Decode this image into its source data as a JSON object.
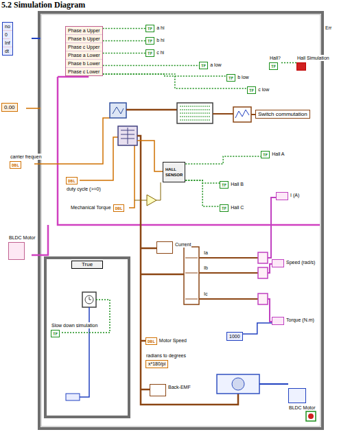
{
  "diagram": {
    "title": "5.2 Simulation Diagram",
    "nodes": [
      {
        "text": [
          "no",
          "0",
          "Inf",
          "dt"
        ]
      },
      {
        "text": [
          "Phase a Upper",
          "Phase b Upper",
          "Phase c Upper",
          "Phase a Lower",
          "Phase b Lower",
          "Phase c Lower"
        ]
      },
      {
        "text": [
          "TF",
          "a hi"
        ]
      },
      {
        "text": [
          "TF",
          "b low"
        ]
      },
      {
        "text": [
          "TF",
          "b hi"
        ]
      },
      {
        "text": [
          "TF",
          "c hi"
        ]
      },
      {
        "text": [
          "TF",
          "a low"
        ]
      },
      {
        "text": [
          "TF",
          "Hall?"
        ]
      },
      {
        "text": [
          "Hall Simulation"
        ]
      },
      {
        "text": [
          "TF",
          "c low"
        ]
      },
      {
        "text": [
          "0.00"
        ]
      },
      {
        "text": [
          "Switch commutation"
        ]
      },
      {
        "text": [
          "DBL",
          "carrier frequen"
        ]
      },
      {
        "text": [
          "HALL",
          "SENSOR"
        ]
      },
      {
        "text": [
          "TF",
          "Hall A"
        ]
      },
      {
        "text": [
          "DBL",
          "duty cycle (>=0)"
        ]
      },
      {
        "text": [
          "TF",
          "Hall B"
        ]
      },
      {
        "text": [
          "DBL",
          "Mechanical Torque"
        ]
      },
      {
        "text": [
          "TF",
          "Hall C"
        ]
      },
      {
        "text": [
          "BLDC Motor"
        ]
      },
      {
        "text": [
          "I (A)"
        ]
      },
      {
        "text": [
          "Current"
        ]
      },
      {
        "text": [
          "True"
        ]
      },
      {
        "text": [
          "Speed (rad/s)"
        ]
      },
      {
        "text": [
          "TF",
          "Slow down simulation"
        ],
        "in": 22
      },
      {
        "text": [
          "Torque (N.m)"
        ]
      },
      {
        "text": [
          "1000"
        ]
      },
      {
        "text": [
          "DBL",
          "Motor Speed"
        ]
      },
      {
        "text": [
          "radians to degrees",
          "x*180/pi"
        ]
      },
      {
        "text": [
          "Back-EMF"
        ]
      },
      {
        "text": [
          "BLDC Motor"
        ]
      }
    ],
    "edges": [
      {
        "from": 1,
        "to": 2,
        "arrow": "none"
      },
      {
        "from": 1,
        "to": 4,
        "arrow": "none"
      },
      {
        "from": 1,
        "to": 5,
        "arrow": "none"
      },
      {
        "from": 1,
        "to": 6,
        "arrow": "none"
      },
      {
        "from": 1,
        "to": 3,
        "arrow": "none"
      },
      {
        "from": 1,
        "to": 9,
        "arrow": "none"
      },
      {
        "from": 7,
        "to": 8,
        "arrow": "none"
      },
      {
        "from": 13,
        "to": 14,
        "arrow": "none"
      },
      {
        "from": 13,
        "to": 16,
        "arrow": "none"
      },
      {
        "from": 13,
        "to": 18,
        "arrow": "none"
      },
      {
        "from": 26,
        "to": 25,
        "arrow": "none"
      }
    ],
    "labels": [
      "Ia",
      "Ib",
      "Ic",
      "Err"
    ]
  }
}
